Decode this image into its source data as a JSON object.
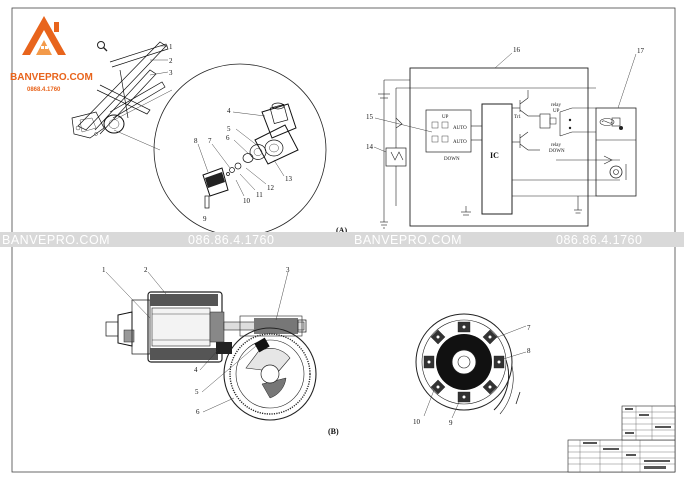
{
  "brand": {
    "name": "BANVEPRO.COM",
    "phone": "0868.4.1760",
    "color": "#e8641c"
  },
  "watermark": {
    "site": "BANVEPRO.COM",
    "phone": "086.86.4.1760"
  },
  "icons": {
    "search": "magnifier-icon"
  },
  "diagram_a": {
    "caption": "(A)",
    "part_numbers": [
      "1",
      "2",
      "3",
      "4",
      "5",
      "6",
      "7",
      "8",
      "9",
      "10",
      "11",
      "12",
      "13"
    ],
    "circuit": {
      "block_number": "16",
      "motor_number": "17",
      "switch_number": "15",
      "relay_number": "14",
      "ic_label": "IC",
      "up": "UP",
      "down": "DOWN",
      "auto1": "AUTO",
      "auto2": "AUTO",
      "tr1": "Tr1",
      "relay_up": "relay\nUP",
      "relay_down": "relay\nDOWN"
    }
  },
  "diagram_b": {
    "caption": "(B)",
    "motor_part_numbers": [
      "1",
      "2",
      "3",
      "4",
      "5",
      "6"
    ],
    "sensor_part_numbers": [
      "7",
      "8",
      "9",
      "10"
    ]
  }
}
